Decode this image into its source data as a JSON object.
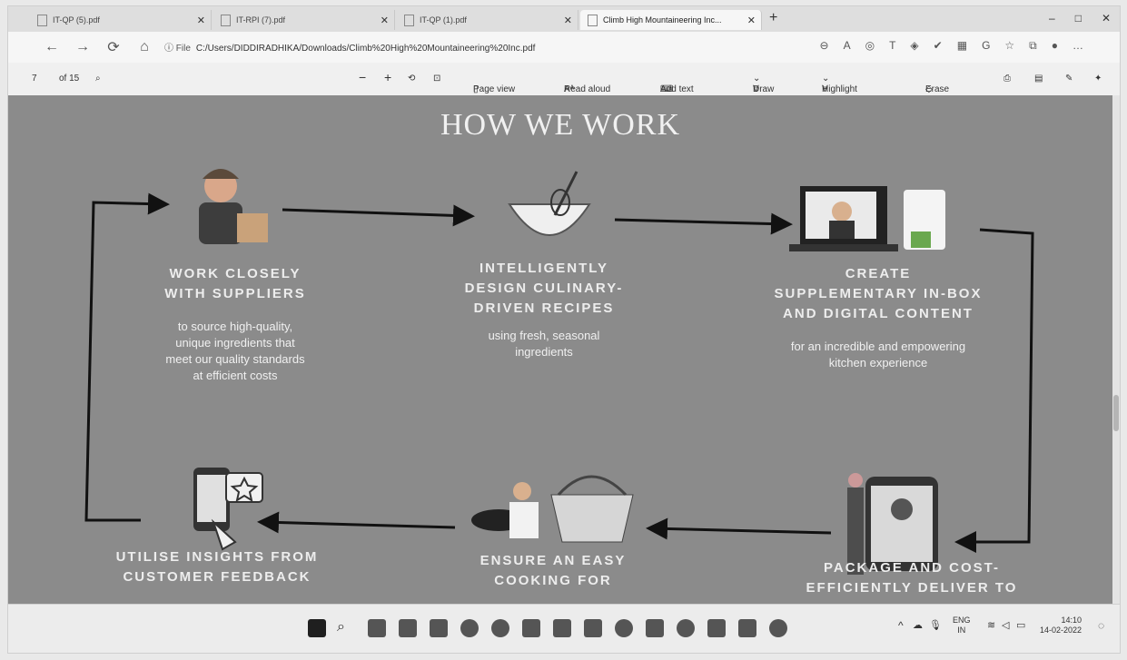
{
  "tabs": [
    {
      "label": "IT-QP (5).pdf",
      "active": false
    },
    {
      "label": "IT-RPI (7).pdf",
      "active": false
    },
    {
      "label": "IT-QP (1).pdf",
      "active": false
    },
    {
      "label": "Climb High Mountaineering Inc...",
      "active": true
    }
  ],
  "window_controls": [
    "–",
    "□",
    "✕"
  ],
  "address": {
    "prefix": "File",
    "path": "C:/Users/DIDDIRADHIKA/Downloads/Climb%20High%20Mountaineering%20Inc.pdf"
  },
  "pdf_toolbar": {
    "page_current": "7",
    "page_total": "of 15",
    "page_view": "Page view",
    "read_aloud": "Read aloud",
    "add_text": "Add text",
    "draw": "Draw",
    "highlight": "Highlight",
    "erase": "Erase"
  },
  "slide": {
    "heading": "HOW WE WORK",
    "steps": [
      {
        "title_lines": [
          "WORK CLOSELY",
          "WITH SUPPLIERS"
        ],
        "desc_lines": [
          "to source high-quality,",
          "unique ingredients that",
          "meet our quality standards",
          "at efficient costs"
        ]
      },
      {
        "title_lines": [
          "INTELLIGENTLY",
          "DESIGN CULINARY-",
          "DRIVEN RECIPES"
        ],
        "desc_lines": [
          "using fresh, seasonal",
          "ingredients"
        ]
      },
      {
        "title_lines": [
          "CREATE",
          "SUPPLEMENTARY IN-BOX",
          "AND DIGITAL CONTENT"
        ],
        "desc_lines": [
          "for an incredible and empowering",
          "kitchen experience"
        ]
      },
      {
        "title_lines": [
          "PACKAGE AND COST-",
          "EFFICIENTLY DELIVER TO"
        ],
        "desc_lines": []
      },
      {
        "title_lines": [
          "ENSURE AN EASY",
          "COOKING FOR"
        ],
        "desc_lines": []
      },
      {
        "title_lines": [
          "UTILISE INSIGHTS FROM",
          "CUSTOMER FEEDBACK"
        ],
        "desc_lines": []
      }
    ]
  },
  "taskbar": {
    "lang_top": "ENG",
    "lang_bottom": "IN",
    "time": "14:10",
    "date": "14-02-2022"
  },
  "colors": {
    "slide_bg": "#8b8b8b",
    "text": "#efefef",
    "arrows": "#1a1a1a"
  }
}
